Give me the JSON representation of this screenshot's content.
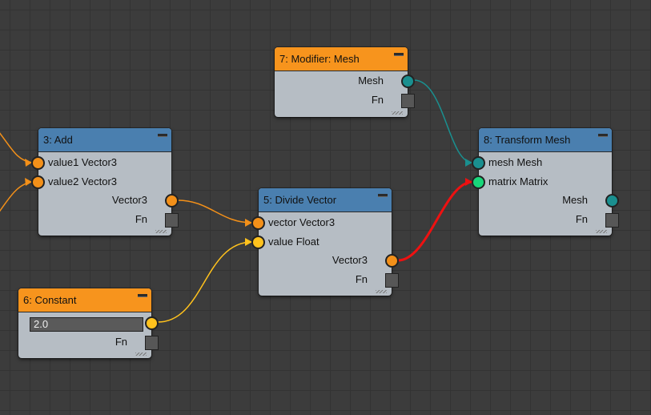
{
  "graph": {
    "nodes": {
      "modifier": {
        "title": "7: Modifier: Mesh",
        "out_mesh": "Mesh",
        "fn": "Fn"
      },
      "add": {
        "title": "3: Add",
        "in_value1": "value1 Vector3",
        "in_value2": "value2 Vector3",
        "out_vector3": "Vector3",
        "fn": "Fn"
      },
      "divide": {
        "title": "5: Divide Vector",
        "in_vector": "vector Vector3",
        "in_value": "value Float",
        "out_vector3": "Vector3",
        "fn": "Fn"
      },
      "constant": {
        "title": "6: Constant",
        "value": "2.0",
        "fn": "Fn"
      },
      "transform": {
        "title": "8: Transform Mesh",
        "in_mesh": "mesh Mesh",
        "in_matrix": "matrix Matrix",
        "out_mesh": "Mesh",
        "fn": "Fn"
      }
    },
    "colors": {
      "vector3": "#f39019",
      "float": "#ffc21d",
      "mesh": "#1a8f8f",
      "matrix": "#18d67a",
      "matrix_link": "#ee1111"
    }
  }
}
